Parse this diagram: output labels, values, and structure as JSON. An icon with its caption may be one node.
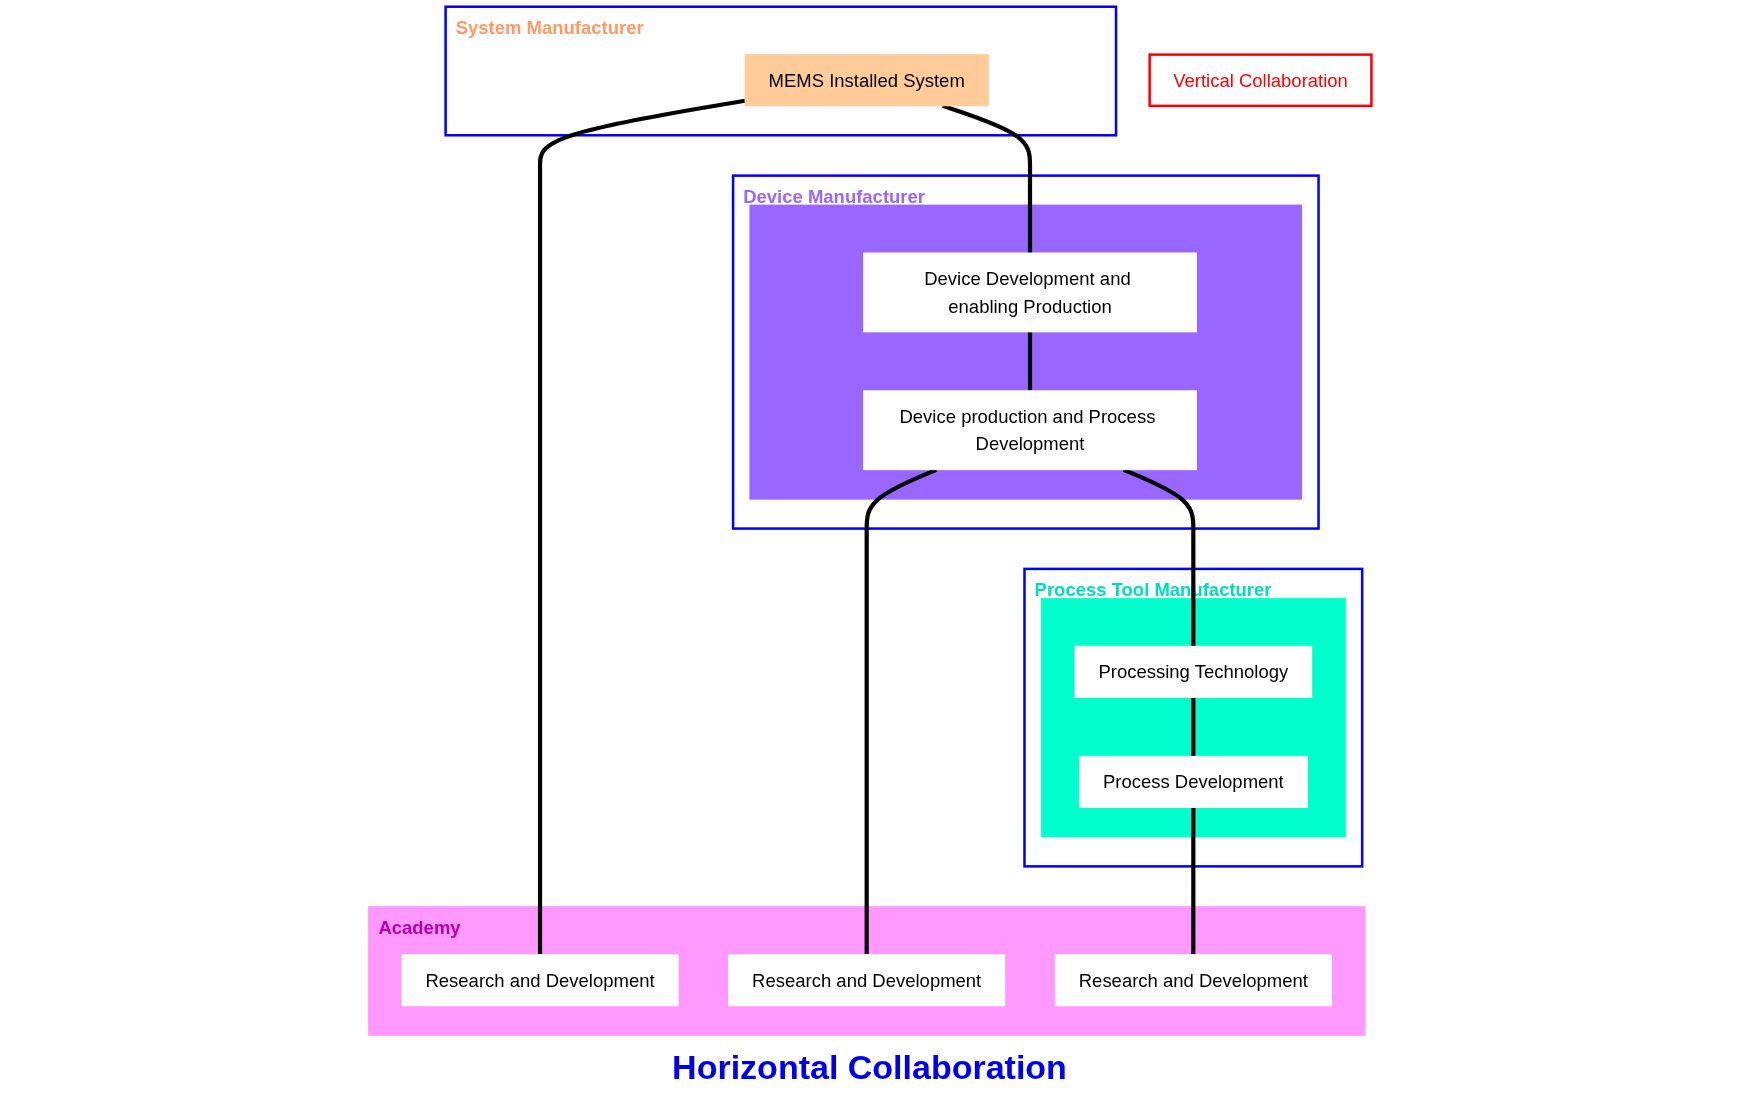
{
  "diagram": {
    "nodes": [
      {
        "text": [
          "Vertical Collaboration"
        ]
      },
      {
        "text": [
          "System Manufacturer"
        ]
      },
      {
        "text": [
          "MEMS Installed System"
        ],
        "in": 1
      },
      {
        "text": [
          "Device Manufacturer"
        ]
      },
      {
        "text": [],
        "shape": "box",
        "in": 3
      },
      {
        "text": [
          "Device Development and enabling Production"
        ],
        "in": 4
      },
      {
        "text": [
          "Device production and Process Development"
        ],
        "in": 4
      },
      {
        "text": [
          "Process Tool Manufacturer"
        ]
      },
      {
        "text": [],
        "shape": "box",
        "in": 7
      },
      {
        "text": [
          "Processing Technology"
        ],
        "in": 8
      },
      {
        "text": [
          "Process Development"
        ],
        "in": 8
      },
      {
        "text": [
          "Academy"
        ]
      },
      {
        "text": [
          "Research and Development"
        ],
        "in": 11
      },
      {
        "text": [
          "Research and Development"
        ],
        "in": 11
      },
      {
        "text": [
          "Research and Development"
        ],
        "in": 11
      }
    ],
    "edges": [
      {
        "from": 2,
        "to": 12,
        "arrow": "none"
      },
      {
        "from": 2,
        "to": 5,
        "arrow": "none"
      },
      {
        "from": 5,
        "to": 6,
        "arrow": "none"
      },
      {
        "from": 6,
        "to": 13,
        "arrow": "none"
      },
      {
        "from": 6,
        "to": 9,
        "arrow": "none"
      },
      {
        "from": 9,
        "to": 10,
        "arrow": "none"
      },
      {
        "from": 10,
        "to": 14,
        "arrow": "none"
      }
    ],
    "labels": [
      "Horizontal Collaboration"
    ]
  }
}
